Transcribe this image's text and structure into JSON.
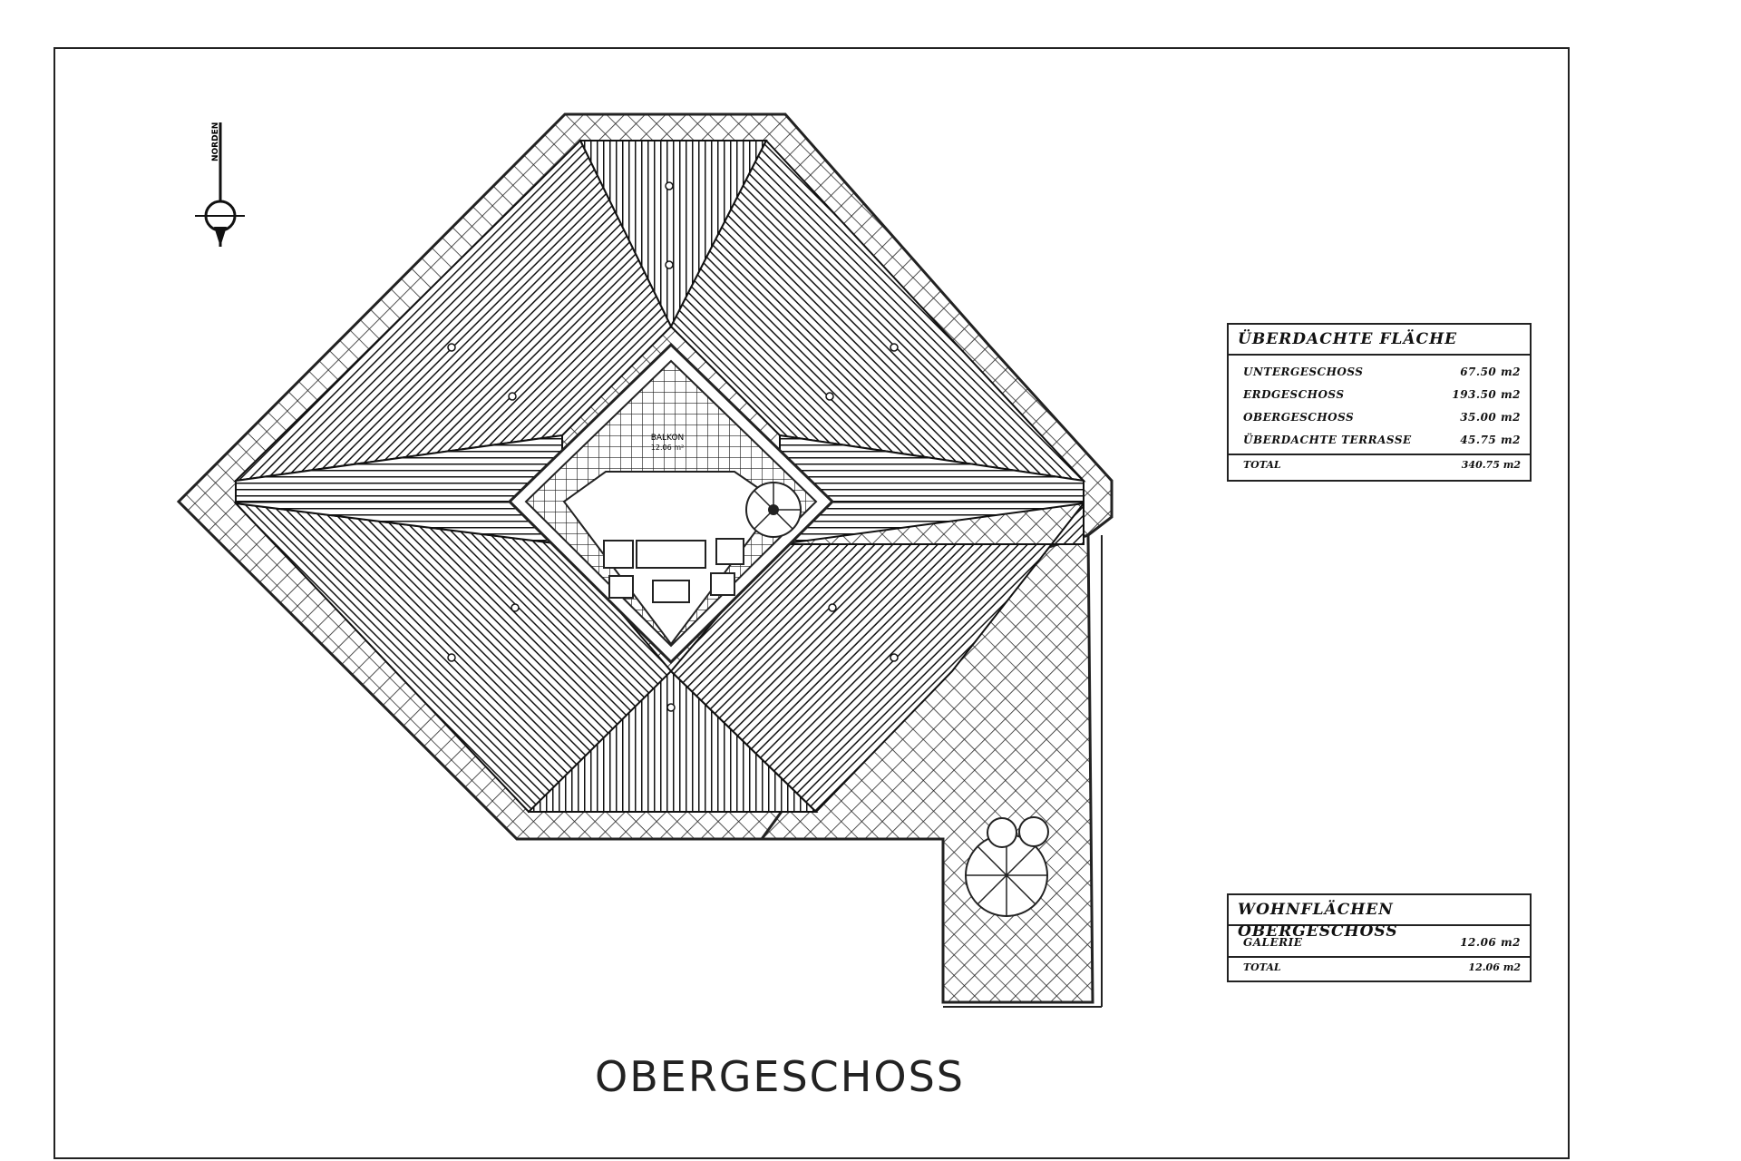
{
  "title": "OBERGESCHOSS",
  "north_label": "NORDEN",
  "room_label_1": "BALKON",
  "room_label_2": "12.06 m²",
  "covered_area_table": {
    "header": "ÜBERDACHTE FLÄCHE",
    "rows": [
      {
        "label": "UNTERGESCHOSS",
        "value": "67.50 m2"
      },
      {
        "label": "ERDGESCHOSS",
        "value": "193.50 m2"
      },
      {
        "label": "OBERGESCHOSS",
        "value": "35.00 m2"
      },
      {
        "label": "ÜBERDACHTE TERRASSE",
        "value": "45.75 m2"
      }
    ],
    "total_label": "TOTAL",
    "total_value": "340.75 m2"
  },
  "living_area_table": {
    "header": "WOHNFLÄCHEN OBERGESCHOSS",
    "rows": [
      {
        "label": "GALERIE",
        "value": "12.06 m2"
      }
    ],
    "total_label": "TOTAL",
    "total_value": "12.06 m2"
  },
  "colors": {
    "ink": "#111111",
    "paper": "#ffffff"
  }
}
